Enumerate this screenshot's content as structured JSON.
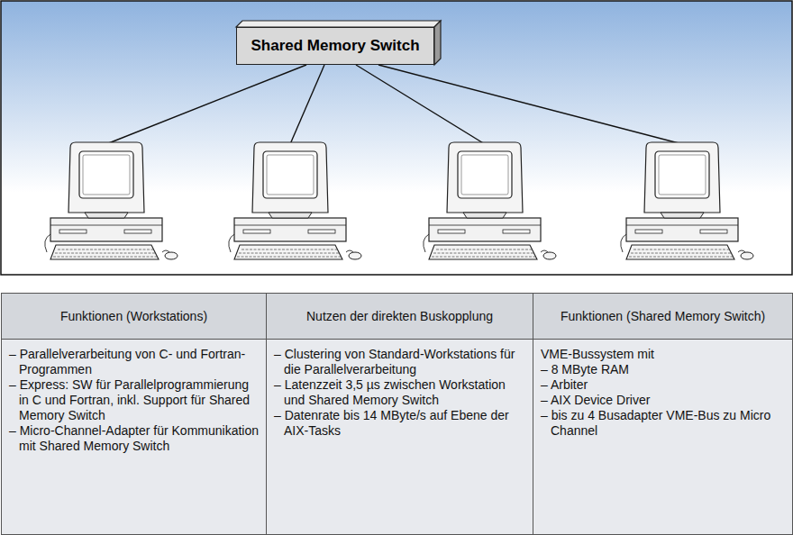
{
  "diagram": {
    "nodes": [
      {
        "text": [
          "Shared Memory Switch"
        ]
      }
    ],
    "labels": [
      "Funktionen (Workstations)",
      "Nutzen der direkten Buskopplung",
      "Funktionen (Shared Memory Switch)",
      "– Parallelverarbeitung von C- und Fortran-Programmen",
      "– Express: SW für Parallelprogrammierung in C und Fortran, inkl. Support für Shared Memory Switch",
      "– Micro-Channel-Adapter für Kommunikation mit Shared Memory Switch",
      "– Clustering von Standard-Workstations für die Parallelverarbeitung",
      "– Latenzzeit 3,5 µs zwischen Workstation und Shared Memory Switch",
      "– Datenrate bis 14 MByte/s auf Ebene der AIX-Tasks",
      "VME-Bussystem mit",
      "– 8 MByte RAM",
      "– Arbiter",
      "– AIX Device Driver",
      "– bis zu 4 Busadapter VME-Bus zu Micro Channel"
    ]
  }
}
